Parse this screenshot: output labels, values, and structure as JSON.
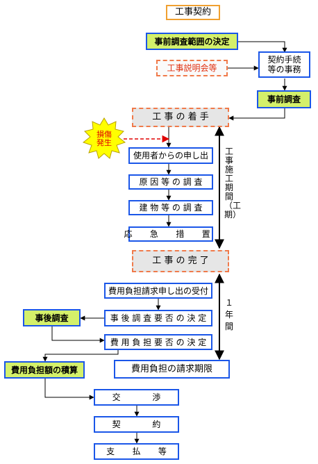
{
  "title": "工事契約",
  "boxes": {
    "pre_survey_scope": "事前調査範囲の決定",
    "briefing": "工事説明会等",
    "contract_procedures": "契約手続\n等の事務",
    "pre_survey": "事前調査",
    "start": "工 事 の 着 手",
    "damage": "損傷\n発生",
    "report": "使用者からの申し出",
    "cause_survey": "原 因 等 の 調 査",
    "building_survey": "建 物 等 の 調 査",
    "emergency": "応 急 措 置",
    "completion": "工 事 の 完 了",
    "claim_receipt": "費用負担請求申し出の受付",
    "post_survey_decision": "事 後 調 査 要 否 の 決 定",
    "post_survey": "事後調査",
    "burden_decision": "費 用 負 担 要 否 の 決 定",
    "burden_estimate": "費用負担額の積算",
    "claim_deadline": "費用負担の請求期限",
    "negotiation": "交 渉",
    "contract": "契 約",
    "payment": "支 払 等"
  },
  "side_labels": {
    "construction_period": "工事施工期間（工期）",
    "one_year": "１年間"
  }
}
